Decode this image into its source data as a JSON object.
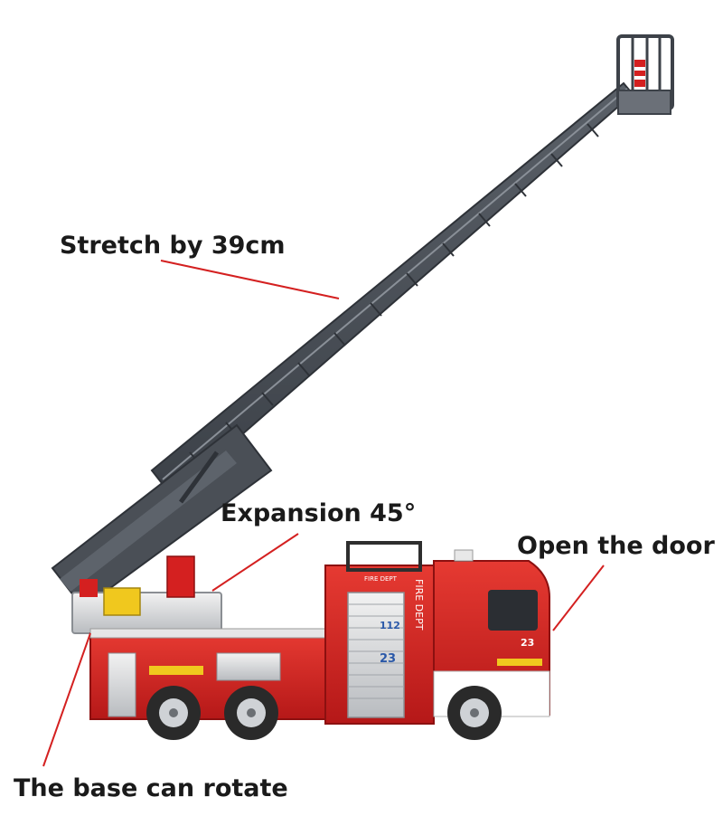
{
  "callouts": {
    "stretch": "Stretch by 39cm",
    "expansion": "Expansion 45°",
    "door": "Open the door",
    "base": "The base can rotate"
  },
  "truck": {
    "fire_dept_text": "FIRE DEPT",
    "vertical_text": "FIRE DEPT",
    "number": "23",
    "door_number_top": "112",
    "door_number_bottom": "23"
  },
  "colors": {
    "truck_red": "#d42020",
    "ladder_gray": "#4a4f56",
    "leader_line": "#d42020",
    "label_text": "#1a1a1a"
  }
}
